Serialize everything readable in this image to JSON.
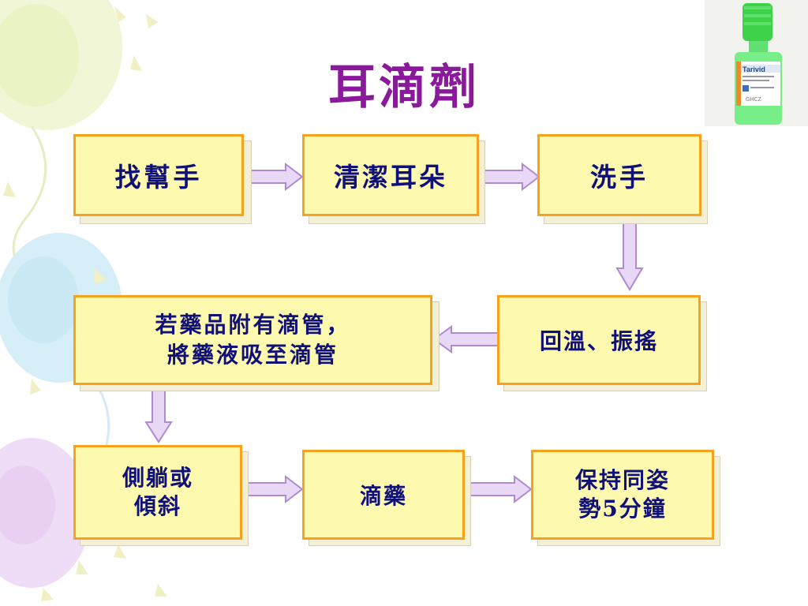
{
  "slide": {
    "title": "耳滴劑",
    "steps": {
      "find_helper": "找幫手",
      "clean_ear": "清潔耳朵",
      "wash_hands": "洗手",
      "warm_shake": "回溫、振搖",
      "dropper_line1": "若藥品附有滴管，",
      "dropper_line2": "將藥液吸至滴管",
      "lie_line1": "側躺或",
      "lie_line2": "傾斜",
      "apply_drops": "滴藥",
      "hold_line1": "保持同姿",
      "hold_line2": "勢5分鐘"
    },
    "product_label": "Tarivid",
    "product_small": "GHCZ"
  },
  "colors": {
    "title": "#8a1a9b",
    "box_fill": "#fdfab0",
    "box_border": "#f6a21e",
    "text": "#10107a",
    "arrow_fill": "#e8d8f6",
    "arrow_stroke": "#b08ad0"
  }
}
